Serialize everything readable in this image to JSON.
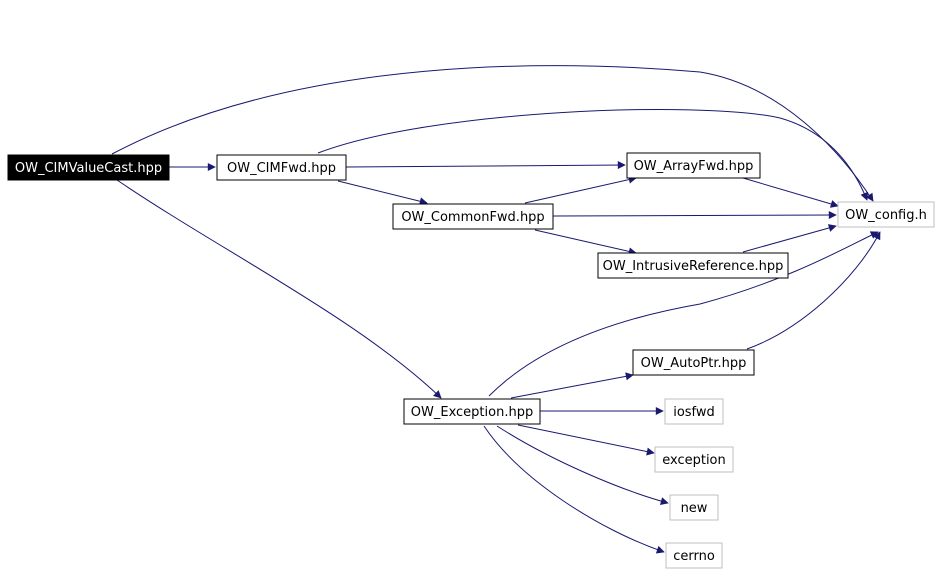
{
  "colors": {
    "edge": "#191970",
    "node_border": "#000000",
    "node_border_external": "#bfbfbf",
    "root_fill": "#000000",
    "root_text": "#ffffff",
    "node_fill": "#ffffff",
    "node_text": "#000000"
  },
  "nodes": {
    "root": "OW_CIMValueCast.hpp",
    "cimfwd": "OW_CIMFwd.hpp",
    "arrayfwd": "OW_ArrayFwd.hpp",
    "commonfwd": "OW_CommonFwd.hpp",
    "config": "OW_config.h",
    "intrusiveref": "OW_IntrusiveReference.hpp",
    "autoptr": "OW_AutoPtr.hpp",
    "exception_hpp": "OW_Exception.hpp",
    "iosfwd": "iosfwd",
    "exception": "exception",
    "new": "new",
    "cerrno": "cerrno"
  }
}
